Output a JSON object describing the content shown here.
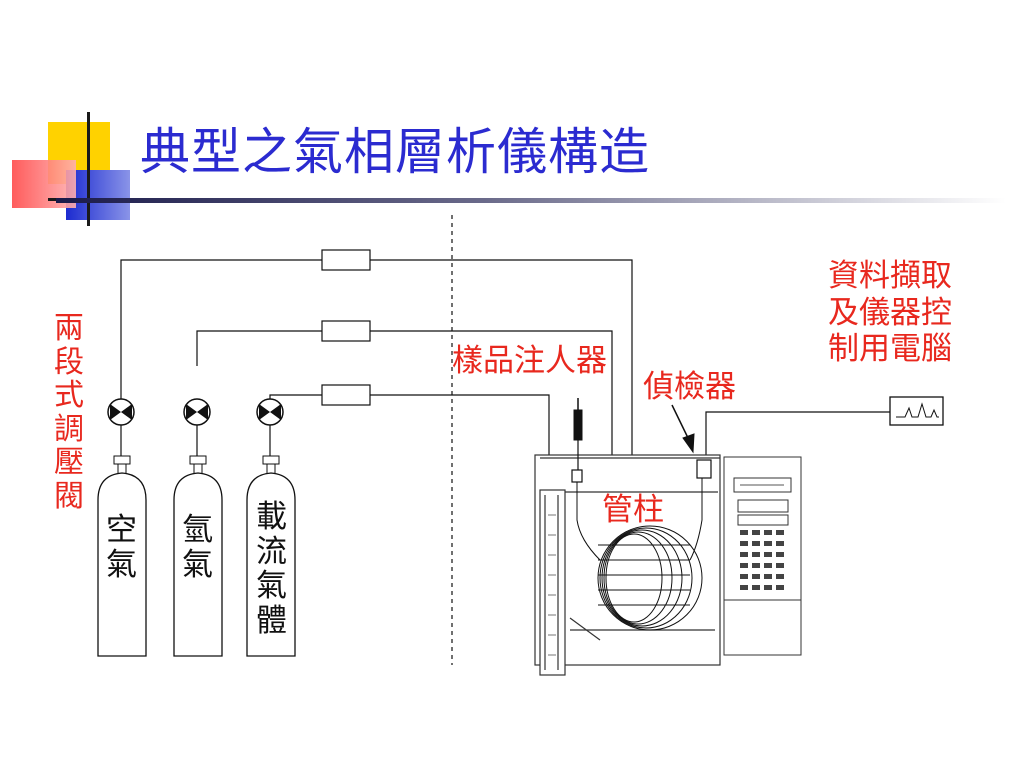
{
  "title": "典型之氣相層析儀構造",
  "labels": {
    "regulator": "兩段式調壓閥",
    "injector": "樣品注人器",
    "detector": "偵檢器",
    "column": "管柱",
    "computer": "資料擷取及儀器控制用電腦",
    "computer_lines": [
      "資料擷取",
      "及儀器控",
      "制用電腦"
    ]
  },
  "cylinders": [
    {
      "label": "空氣"
    },
    {
      "label": "氫氣"
    },
    {
      "label": "載流氣體"
    }
  ],
  "colors": {
    "title": "#2b2bd0",
    "annotation": "#e8281e",
    "line": "#111111",
    "deco_yellow": "#ffd200",
    "deco_blue": "#2233cc",
    "deco_red": "#ff5c5c"
  }
}
